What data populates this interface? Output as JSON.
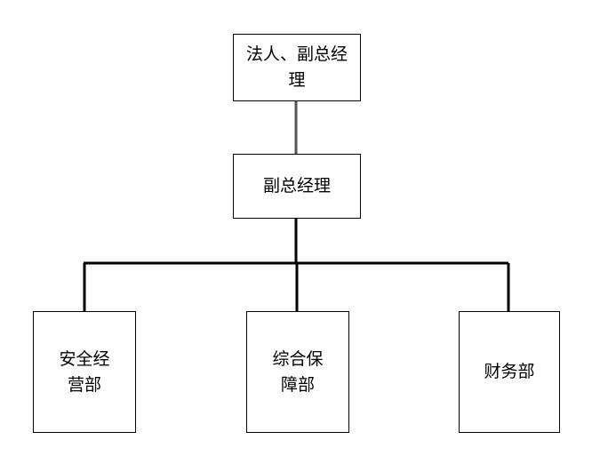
{
  "diagram": {
    "nodes": {
      "top": "法人、副总经理",
      "middle": "副总经理",
      "left": "安全经营部",
      "center": "综合保障部",
      "right": "财务部"
    },
    "colors": {
      "line": "#000000",
      "border": "#000000",
      "fill": "#ffffff",
      "top_connector": "#555555"
    }
  }
}
